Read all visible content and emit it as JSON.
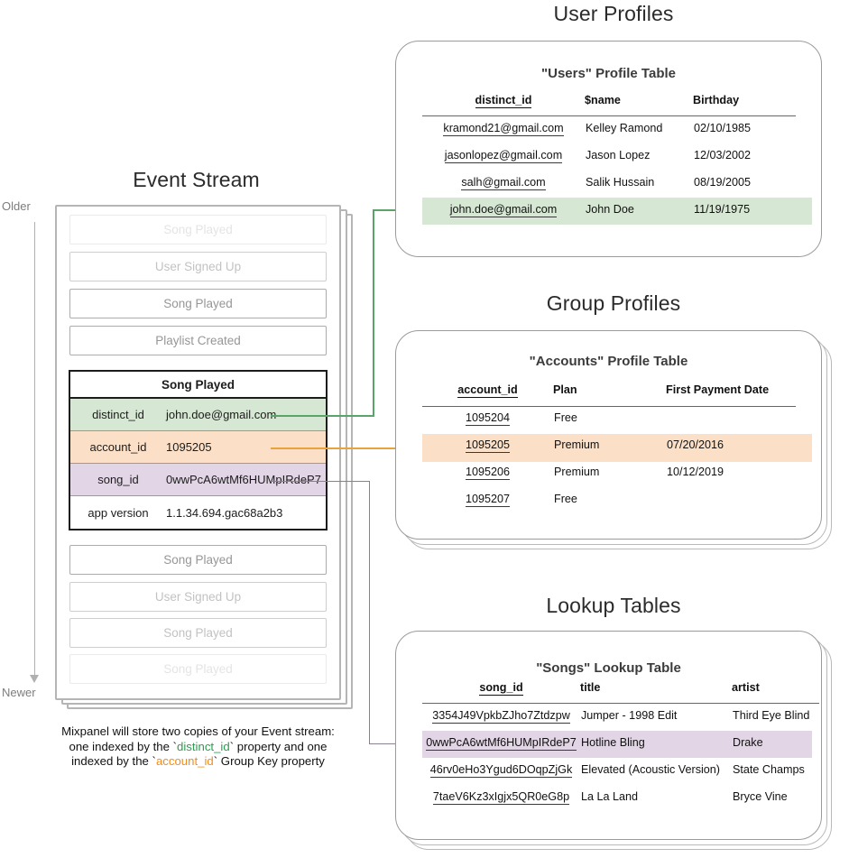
{
  "sections": {
    "event_stream_title": "Event Stream",
    "user_profiles_title": "User Profiles",
    "group_profiles_title": "Group Profiles",
    "lookup_tables_title": "Lookup Tables"
  },
  "axis": {
    "older": "Older",
    "newer": "Newer"
  },
  "event_stream": {
    "rows_above": [
      {
        "label": "Song Played",
        "fade": "f-05"
      },
      {
        "label": "User Signed Up",
        "fade": "f-35"
      },
      {
        "label": "Song Played",
        "fade": "f-70"
      },
      {
        "label": "Playlist Created",
        "fade": "f-70"
      }
    ],
    "rows_below": [
      {
        "label": "Song Played",
        "fade": "f-70"
      },
      {
        "label": "User Signed Up",
        "fade": "f-35"
      },
      {
        "label": "Song Played",
        "fade": "f-35"
      },
      {
        "label": "Song Played",
        "fade": "f-05"
      }
    ],
    "expanded": {
      "name": "Song Played",
      "properties": [
        {
          "key": "distinct_id",
          "value": "john.doe@gmail.com",
          "highlight": "#d6e8d4"
        },
        {
          "key": "account_id",
          "value": "1095205",
          "highlight": "#fbe0c7"
        },
        {
          "key": "song_id",
          "value": "0wwPcA6wtMf6HUMpIRdeP7",
          "highlight": "#e2d5e6"
        },
        {
          "key": "app version",
          "value": "1.1.34.694.gac68a2b3",
          "highlight": "#ffffff"
        }
      ]
    }
  },
  "caption": {
    "line1": "Mixpanel will store two copies of your Event stream:",
    "line2_pre": "one indexed by the `",
    "line2_key": "distinct_id",
    "line2_post": "` property and one",
    "line3_pre": "indexed by the `",
    "line3_key": "account_id",
    "line3_post": "` Group Key property"
  },
  "users_table": {
    "title": "\"Users\" Profile Table",
    "columns": [
      "distinct_id",
      "$name",
      "Birthday"
    ],
    "rows": [
      {
        "cells": [
          "kramond21@gmail.com",
          "Kelley Ramond",
          "02/10/1985"
        ],
        "highlighted": false
      },
      {
        "cells": [
          "jasonlopez@gmail.com",
          "Jason Lopez",
          "12/03/2002"
        ],
        "highlighted": false
      },
      {
        "cells": [
          "salh@gmail.com",
          "Salik Hussain",
          "08/19/2005"
        ],
        "highlighted": false
      },
      {
        "cells": [
          "john.doe@gmail.com",
          "John Doe",
          "11/19/1975"
        ],
        "highlighted": true
      }
    ],
    "highlight_color": "#d6e8d4"
  },
  "accounts_table": {
    "title": "\"Accounts\" Profile Table",
    "columns": [
      "account_id",
      "Plan",
      "First Payment Date"
    ],
    "rows": [
      {
        "cells": [
          "1095204",
          "Free",
          ""
        ],
        "highlighted": false
      },
      {
        "cells": [
          "1095205",
          "Premium",
          "07/20/2016"
        ],
        "highlighted": true
      },
      {
        "cells": [
          "1095206",
          "Premium",
          "10/12/2019"
        ],
        "highlighted": false
      },
      {
        "cells": [
          "1095207",
          "Free",
          ""
        ],
        "highlighted": false
      }
    ],
    "highlight_color": "#fbe0c7"
  },
  "songs_table": {
    "title": "\"Songs\" Lookup Table",
    "columns": [
      "song_id",
      "title",
      "artist"
    ],
    "rows": [
      {
        "cells": [
          "3354J49VpkbZJho7Ztdzpw",
          "Jumper - 1998 Edit",
          "Third Eye Blind"
        ],
        "highlighted": false
      },
      {
        "cells": [
          "0wwPcA6wtMf6HUMpIRdeP7",
          "Hotline Bling",
          "Drake"
        ],
        "highlighted": true
      },
      {
        "cells": [
          "46rv0eHo3Ygud6DOqpZjGk",
          "Elevated (Acoustic Version)",
          "State Champs"
        ],
        "highlighted": false
      },
      {
        "cells": [
          "7taeV6Kz3xIgjx5QR0eG8p",
          "La La Land",
          "Bryce Vine"
        ],
        "highlighted": false
      }
    ],
    "highlight_color": "#e2d5e6"
  },
  "connectors": {
    "distinct_id_color": "#5aa469",
    "account_id_color": "#e8a33d",
    "song_id_color": "#8b8091"
  }
}
